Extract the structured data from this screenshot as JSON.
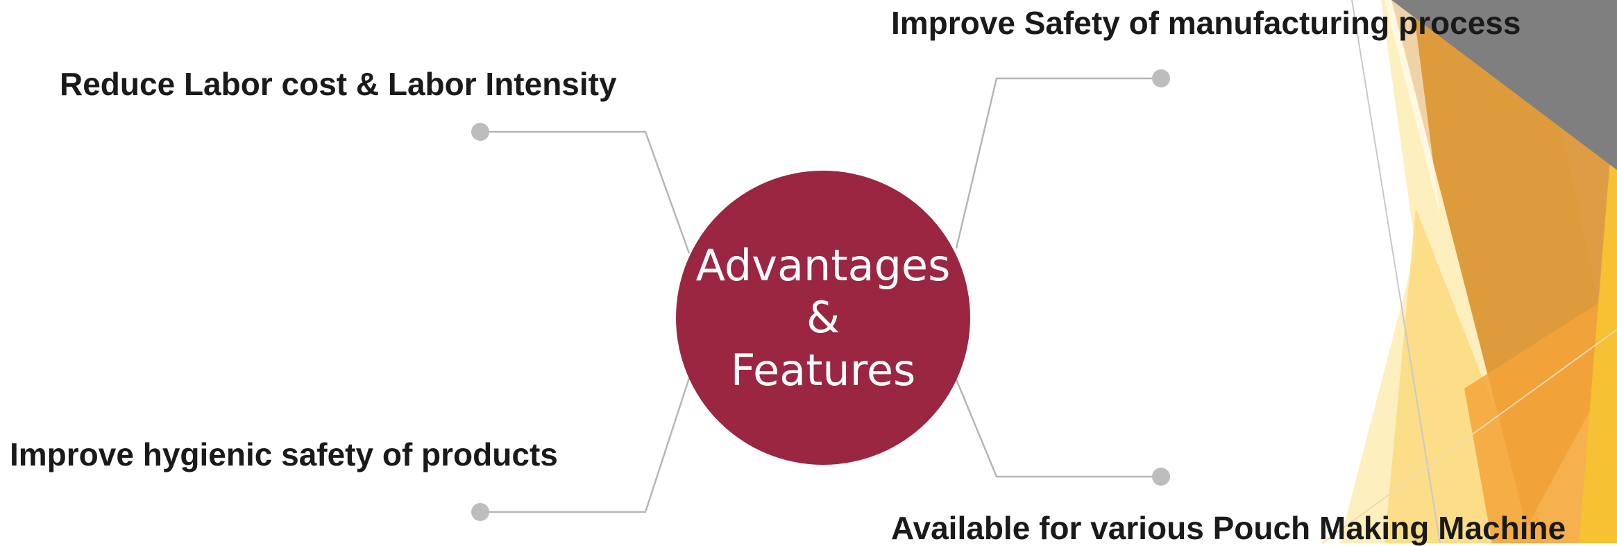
{
  "hub": {
    "line1": "Advantages",
    "line2": "&",
    "line3": "Features",
    "color": "#9b2642"
  },
  "features": {
    "top_left": "Reduce Labor cost & Labor Intensity",
    "bottom_left": "Improve hygienic safety of products",
    "top_right": "Improve Safety of manufacturing process",
    "bottom_right": "Available for various Pouch Making Machine"
  },
  "colors": {
    "connector": "#b5b5b5",
    "text": "#1a1a1a",
    "accent_gray": "#7f7f7f",
    "accent_orange": "#d9902a",
    "accent_yellow": "#f6c132",
    "accent_pale_yellow": "#fbe39a"
  }
}
